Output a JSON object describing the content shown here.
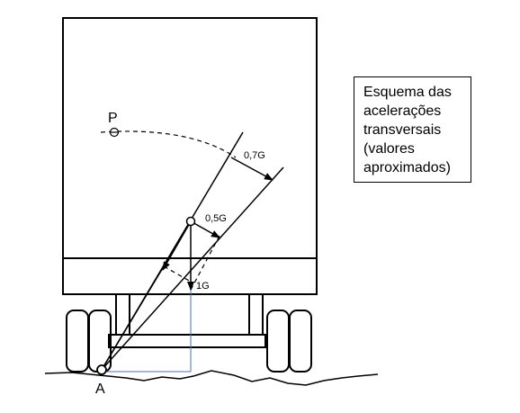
{
  "labels": {
    "point_p": "P",
    "point_a": "A",
    "accel_07": "0,7G",
    "accel_05": "0,5G",
    "accel_1": "1G"
  },
  "caption": {
    "lines": [
      "Esquema das",
      "acelerações",
      "transversais",
      "(valores",
      "aproximados)"
    ]
  },
  "colors": {
    "stroke": "#000000",
    "projection": "#4472c4",
    "background": "#ffffff"
  }
}
